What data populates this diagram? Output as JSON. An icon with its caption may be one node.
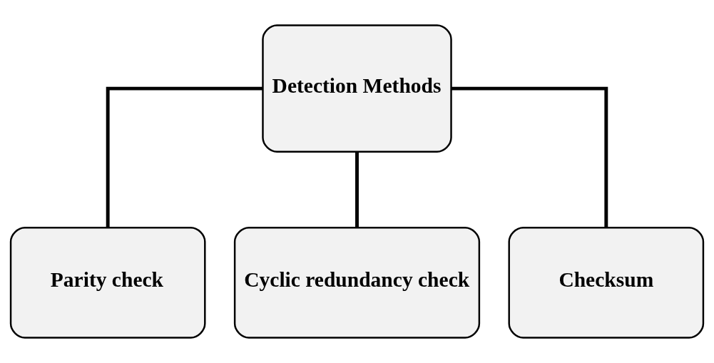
{
  "diagram": {
    "nodes": [
      {
        "text": [
          "Detection Methods"
        ]
      },
      {
        "text": [
          "Parity check"
        ]
      },
      {
        "text": [
          "Cyclic redundancy check"
        ]
      },
      {
        "text": [
          "Checksum"
        ]
      }
    ],
    "edges": [
      {
        "from": 0,
        "to": 1,
        "arrow": "none"
      },
      {
        "from": 0,
        "to": 2,
        "arrow": "none"
      },
      {
        "from": 0,
        "to": 3,
        "arrow": "none"
      }
    ]
  }
}
